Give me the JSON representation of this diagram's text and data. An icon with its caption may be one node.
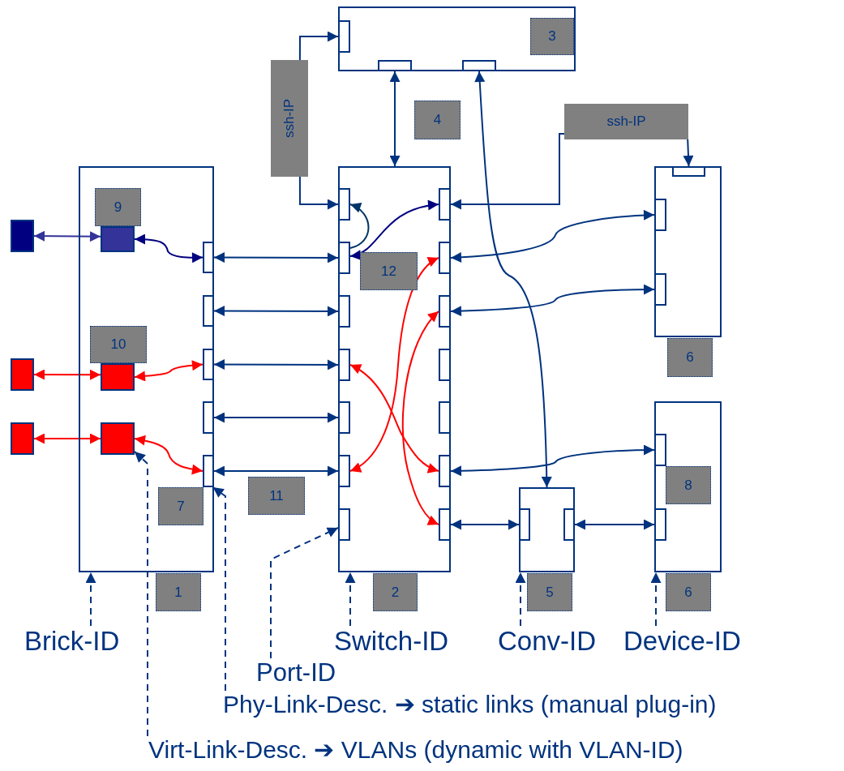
{
  "diagram": {
    "nodes": [
      {
        "text": [],
        "shape": "box"
      },
      {
        "text": [],
        "shape": "box",
        "in": 0
      },
      {
        "text": [],
        "shape": "box",
        "in": 0
      },
      {
        "text": [],
        "shape": "box",
        "in": 0
      },
      {
        "text": [
          "3"
        ],
        "in": 0
      },
      {
        "text": [
          "ssh-IP"
        ]
      },
      {
        "text": [
          "4"
        ]
      },
      {
        "text": [
          "ssh-IP"
        ]
      },
      {
        "text": [],
        "shape": "box"
      },
      {
        "text": [
          "9"
        ],
        "in": 8
      },
      {
        "text": [],
        "shape": "box",
        "in": 8
      },
      {
        "text": [],
        "shape": "box"
      },
      {
        "text": [],
        "shape": "box",
        "in": 8
      },
      {
        "text": [],
        "shape": "box",
        "in": 8
      },
      {
        "text": [
          "10"
        ],
        "in": 8
      },
      {
        "text": [],
        "shape": "box",
        "in": 8
      },
      {
        "text": [],
        "shape": "box"
      },
      {
        "text": [],
        "shape": "box",
        "in": 8
      },
      {
        "text": [],
        "shape": "box",
        "in": 8
      },
      {
        "text": [],
        "shape": "box",
        "in": 8
      },
      {
        "text": [],
        "shape": "box"
      },
      {
        "text": [],
        "shape": "box",
        "in": 8
      },
      {
        "text": [
          "7"
        ],
        "in": 8
      },
      {
        "text": [],
        "shape": "box"
      },
      {
        "text": [],
        "shape": "box",
        "in": 23
      },
      {
        "text": [],
        "shape": "box",
        "in": 23
      },
      {
        "text": [],
        "shape": "box",
        "in": 23
      },
      {
        "text": [],
        "shape": "box",
        "in": 23
      },
      {
        "text": [],
        "shape": "box",
        "in": 23
      },
      {
        "text": [],
        "shape": "box",
        "in": 23
      },
      {
        "text": [],
        "shape": "box",
        "in": 23
      },
      {
        "text": [],
        "shape": "box",
        "in": 23
      },
      {
        "text": [],
        "shape": "box",
        "in": 23
      },
      {
        "text": [],
        "shape": "box",
        "in": 23
      },
      {
        "text": [],
        "shape": "box",
        "in": 23
      },
      {
        "text": [],
        "shape": "box",
        "in": 23
      },
      {
        "text": [],
        "shape": "box",
        "in": 23
      },
      {
        "text": [],
        "shape": "box",
        "in": 23
      },
      {
        "text": [
          "12"
        ],
        "in": 23
      },
      {
        "text": [],
        "shape": "box"
      },
      {
        "text": [],
        "shape": "box",
        "in": 39
      },
      {
        "text": [],
        "shape": "box",
        "in": 39
      },
      {
        "text": [],
        "shape": "box",
        "in": 39
      },
      {
        "text": [
          "6"
        ]
      },
      {
        "text": [],
        "shape": "box"
      },
      {
        "text": [],
        "shape": "box",
        "in": 44
      },
      {
        "text": [
          "8"
        ],
        "in": 44
      },
      {
        "text": [],
        "shape": "box",
        "in": 44
      },
      {
        "text": [],
        "shape": "box"
      },
      {
        "text": [],
        "shape": "box",
        "in": 48
      },
      {
        "text": [],
        "shape": "box",
        "in": 48
      },
      {
        "text": [
          "11"
        ]
      },
      {
        "text": [
          "1"
        ]
      },
      {
        "text": [
          "2"
        ]
      },
      {
        "text": [
          "5"
        ]
      },
      {
        "text": [
          "6"
        ]
      },
      {
        "text": [
          "Brick-ID"
        ]
      },
      {
        "text": [
          "Switch-ID"
        ]
      },
      {
        "text": [
          "Conv-ID"
        ]
      },
      {
        "text": [
          "Device-ID"
        ]
      },
      {
        "text": [
          "Port-ID"
        ]
      },
      {
        "text": [
          "Phy-Link-Desc. ➔ static links (manual plug-in)"
        ]
      },
      {
        "text": [
          "Virt-Link-Desc. ➔ VLANs (dynamic with VLAN-ID)"
        ]
      }
    ],
    "edges": [
      {
        "from": 5,
        "to": 1,
        "arrow": "to"
      },
      {
        "from": 5,
        "to": 24,
        "arrow": "to"
      },
      {
        "from": 2,
        "to": 23,
        "arrow": "both"
      },
      {
        "from": 3,
        "to": 48,
        "arrow": "both"
      },
      {
        "from": 7,
        "to": 31,
        "arrow": "to"
      },
      {
        "from": 7,
        "to": 40,
        "arrow": "to"
      },
      {
        "from": 11,
        "to": 10,
        "arrow": "both",
        "color": "#333399"
      },
      {
        "from": 10,
        "to": 12,
        "arrow": "both",
        "color": "#000080"
      },
      {
        "from": 16,
        "to": 15,
        "arrow": "both",
        "color": "#ff0000"
      },
      {
        "from": 15,
        "to": 17,
        "arrow": "both",
        "color": "#ff0000"
      },
      {
        "from": 20,
        "to": 19,
        "arrow": "both",
        "color": "#ff0000"
      },
      {
        "from": 19,
        "to": 21,
        "arrow": "both",
        "color": "#ff0000"
      },
      {
        "from": 12,
        "to": 25,
        "arrow": "both"
      },
      {
        "from": 13,
        "to": 26,
        "arrow": "both"
      },
      {
        "from": 17,
        "to": 27,
        "arrow": "both"
      },
      {
        "from": 18,
        "to": 28,
        "arrow": "both"
      },
      {
        "from": 21,
        "to": 29,
        "arrow": "both"
      },
      {
        "from": 25,
        "to": 24,
        "arrow": "to",
        "color": "#003366"
      },
      {
        "from": 25,
        "to": 31,
        "arrow": "both",
        "color": "#000080"
      },
      {
        "from": 32,
        "to": 29,
        "arrow": "both",
        "color": "#ff0000"
      },
      {
        "from": 27,
        "to": 36,
        "arrow": "both",
        "color": "#ff0000"
      },
      {
        "from": 33,
        "to": 37,
        "arrow": "both",
        "color": "#ff0000"
      },
      {
        "from": 32,
        "to": 41,
        "arrow": "both"
      },
      {
        "from": 33,
        "to": 42,
        "arrow": "both"
      },
      {
        "from": 36,
        "to": 45,
        "arrow": "both"
      },
      {
        "from": 37,
        "to": 49,
        "arrow": "both"
      },
      {
        "from": 50,
        "to": 47,
        "arrow": "both"
      },
      {
        "from": 56,
        "to": 8,
        "arrow": "to",
        "style": "dashed"
      },
      {
        "from": 57,
        "to": 23,
        "arrow": "to",
        "style": "dashed"
      },
      {
        "from": 58,
        "to": 48,
        "arrow": "to",
        "style": "dashed"
      },
      {
        "from": 59,
        "to": 44,
        "arrow": "to",
        "style": "dashed"
      },
      {
        "from": 60,
        "to": 30,
        "arrow": "to",
        "style": "dashed"
      },
      {
        "from": 61,
        "to": 21,
        "arrow": "to",
        "style": "dashed"
      },
      {
        "from": 62,
        "to": 19,
        "arrow": "to",
        "style": "dashed"
      }
    ]
  }
}
